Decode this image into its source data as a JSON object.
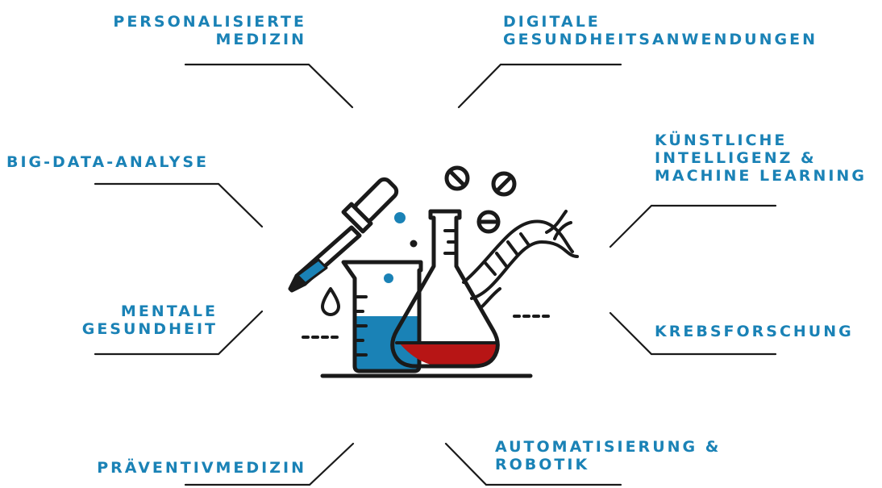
{
  "topics": {
    "personalisierte_medizin": [
      "PERSONALISIERTE",
      "MEDIZIN"
    ],
    "digitale_gesundheitsanwendungen": [
      "DIGITALE",
      "GESUNDHEITSANWENDUNGEN"
    ],
    "big_data_analyse": [
      "BIG-DATA-ANALYSE"
    ],
    "kuenstliche_intelligenz": [
      "KÜNSTLICHE",
      "INTELLIGENZ &",
      "MACHINE LEARNING"
    ],
    "mentale_gesundheit": [
      "MENTALE",
      "GESUNDHEIT"
    ],
    "krebsforschung": [
      "KREBSFORSCHUNG"
    ],
    "praeventivmedizin": [
      "PRÄVENTIVMEDIZIN"
    ],
    "automatisierung_robotik": [
      "AUTOMATISIERUNG &",
      "ROBOTIK"
    ]
  },
  "colors": {
    "label": "#1a82b6",
    "outline": "#1a1a1a",
    "liquid_blue": "#1a82b6",
    "liquid_red": "#b71515"
  },
  "icons": [
    "pipette-icon",
    "beaker-icon",
    "flask-icon",
    "dna-icon",
    "pill-icon"
  ]
}
